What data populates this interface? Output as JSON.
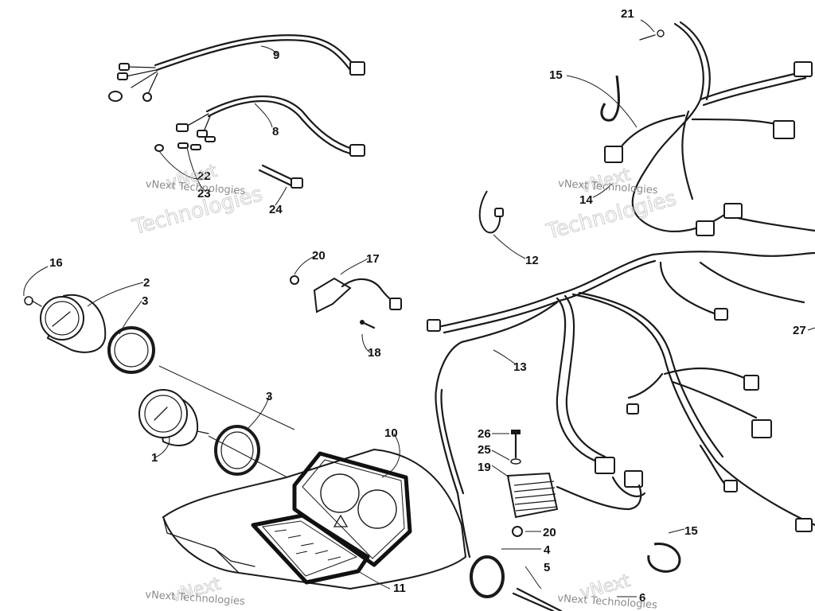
{
  "callouts": {
    "c1": "1",
    "c2": "2",
    "c3a": "3",
    "c3b": "3",
    "c4": "4",
    "c5": "5",
    "c6": "6",
    "c8": "8",
    "c9": "9",
    "c10": "10",
    "c11": "11",
    "c12": "12",
    "c13": "13",
    "c14": "14",
    "c15a": "15",
    "c15b": "15",
    "c16": "16",
    "c17": "17",
    "c18": "18",
    "c19": "19",
    "c20a": "20",
    "c20b": "20",
    "c21": "21",
    "c22": "22",
    "c23": "23",
    "c24": "24",
    "c25": "25",
    "c26": "26",
    "c27": "27"
  },
  "watermark": {
    "line1": "vNext",
    "line2": "Technologies",
    "small": "vNext Technologies"
  }
}
